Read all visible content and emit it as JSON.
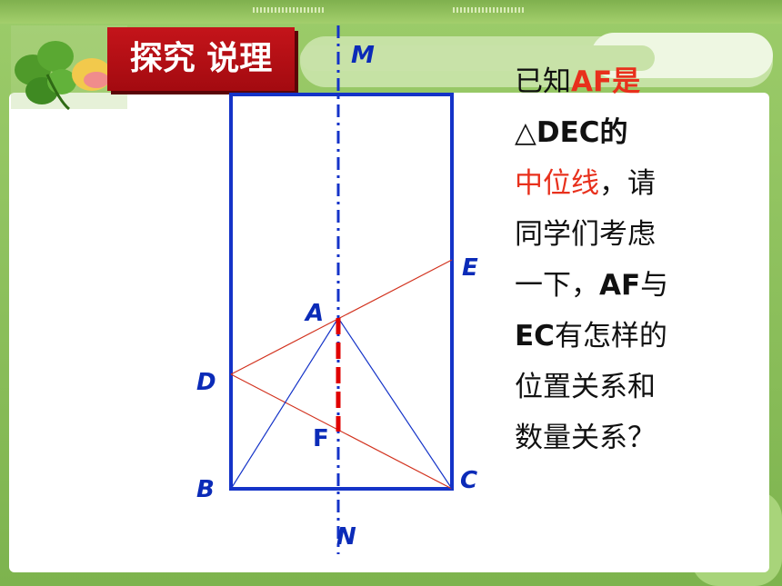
{
  "header": {
    "badge_text": "探究 说理"
  },
  "points": {
    "M": "M",
    "N": "N",
    "E": "E",
    "A": "A",
    "D": "D",
    "F": "F",
    "B": "B",
    "C": "C"
  },
  "question": {
    "line1_a": "已知",
    "line1_b": "AF是",
    "line2": "△DEC的",
    "line3_a": "中位线",
    "line3_b": "，请",
    "line4": "同学们考虑",
    "line5_a": "一下，",
    "line5_b": "AF",
    "line5_c": "与",
    "line6_a": "EC",
    "line6_b": "有怎样的",
    "line7": "位置关系和",
    "line8": "数量关系？"
  },
  "colors": {
    "frame_green": "#8cc15a",
    "geometry_blue": "#1433c8",
    "highlight_red": "#e8301c",
    "thin_red": "#d2321e",
    "dash_red": "#e00000"
  }
}
